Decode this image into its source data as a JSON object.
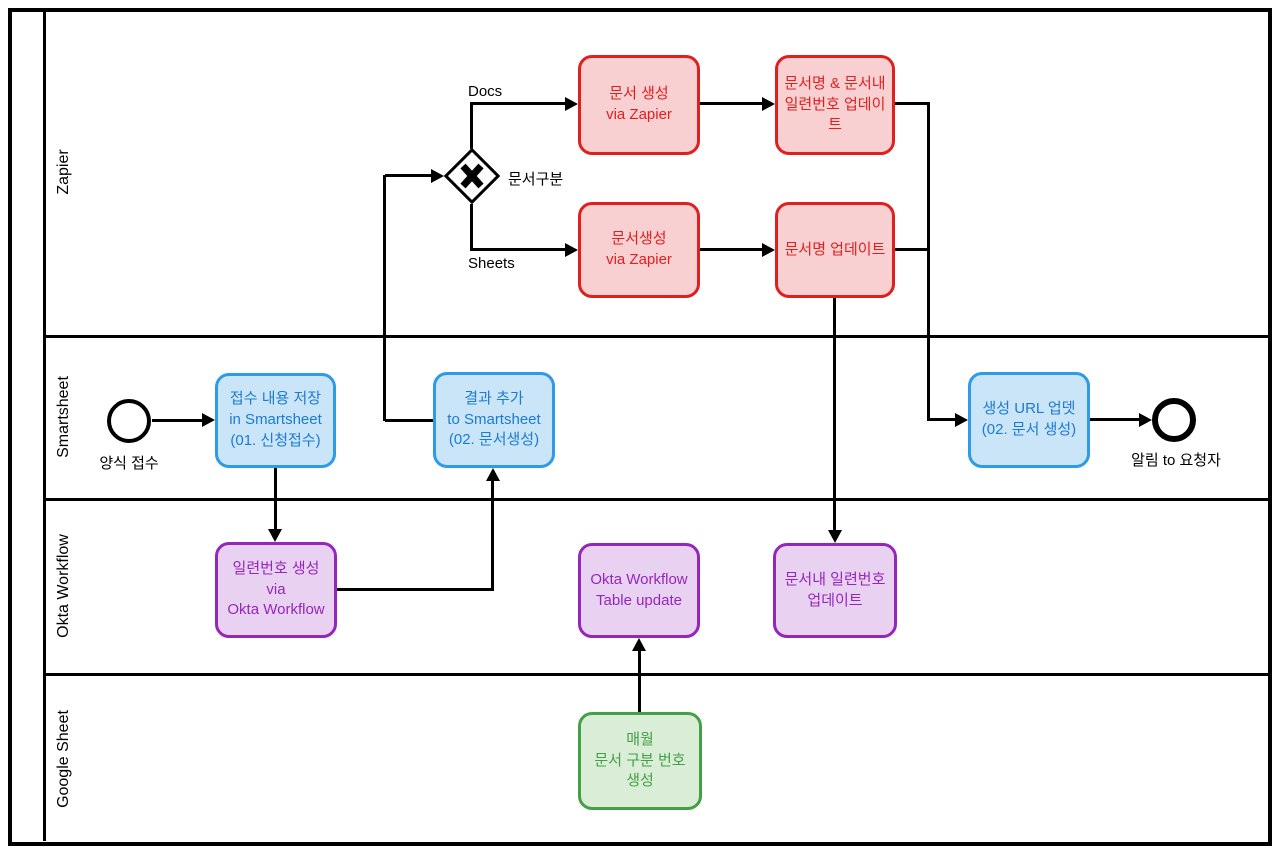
{
  "pool": {
    "lanes": [
      {
        "id": "zapier",
        "label": "Zapier"
      },
      {
        "id": "smartsheet",
        "label": "Smartsheet"
      },
      {
        "id": "okta",
        "label": "Okta Workflow"
      },
      {
        "id": "google",
        "label": "Google Sheet"
      }
    ]
  },
  "events": {
    "start": {
      "label": "양식 접수"
    },
    "end": {
      "label": "알림 to 요청자"
    }
  },
  "gateway": {
    "label": "문서구분",
    "marker": "X"
  },
  "edge_labels": {
    "docs": "Docs",
    "sheets": "Sheets"
  },
  "tasks": {
    "docs_create": {
      "label": "문서 생성\nvia Zapier",
      "color": "red"
    },
    "docs_name_update": {
      "label": "문서명 & 문서내\n일련번호 업데이트",
      "color": "red"
    },
    "sheets_create": {
      "label": "문서생성\nvia Zapier",
      "color": "red"
    },
    "sheets_name_update": {
      "label": "문서명 업데이트",
      "color": "red"
    },
    "intake_save": {
      "label": "접수 내용 저장\nin Smartsheet\n(01. 신청접수)",
      "color": "blue"
    },
    "result_add": {
      "label": "결과 추가\nto Smartsheet\n(02. 문서생성)",
      "color": "blue"
    },
    "url_update": {
      "label": "생성 URL 업뎃\n(02. 문서 생성)",
      "color": "blue"
    },
    "serial_gen": {
      "label": "일련번호 생성\nvia\nOkta Workflow",
      "color": "purple"
    },
    "okta_table_update": {
      "label": "Okta Workflow\nTable update",
      "color": "purple"
    },
    "doc_serial_update": {
      "label": "문서내 일련번호\n업데이트",
      "color": "purple"
    },
    "monthly_doc_number": {
      "label": "매월\n문서 구분 번호\n생성",
      "color": "green"
    }
  },
  "colors": {
    "line": "#000000",
    "red_fill": "#F9D0D1",
    "red_stroke": "#E01F1F",
    "blue_fill": "#CBE5F8",
    "blue_stroke": "#2D9BE5",
    "blue_text": "#1B7BD4",
    "purple_fill": "#E9D2F1",
    "purple_stroke": "#9526BB",
    "green_fill": "#DAEDD6",
    "green_stroke": "#43A047"
  }
}
